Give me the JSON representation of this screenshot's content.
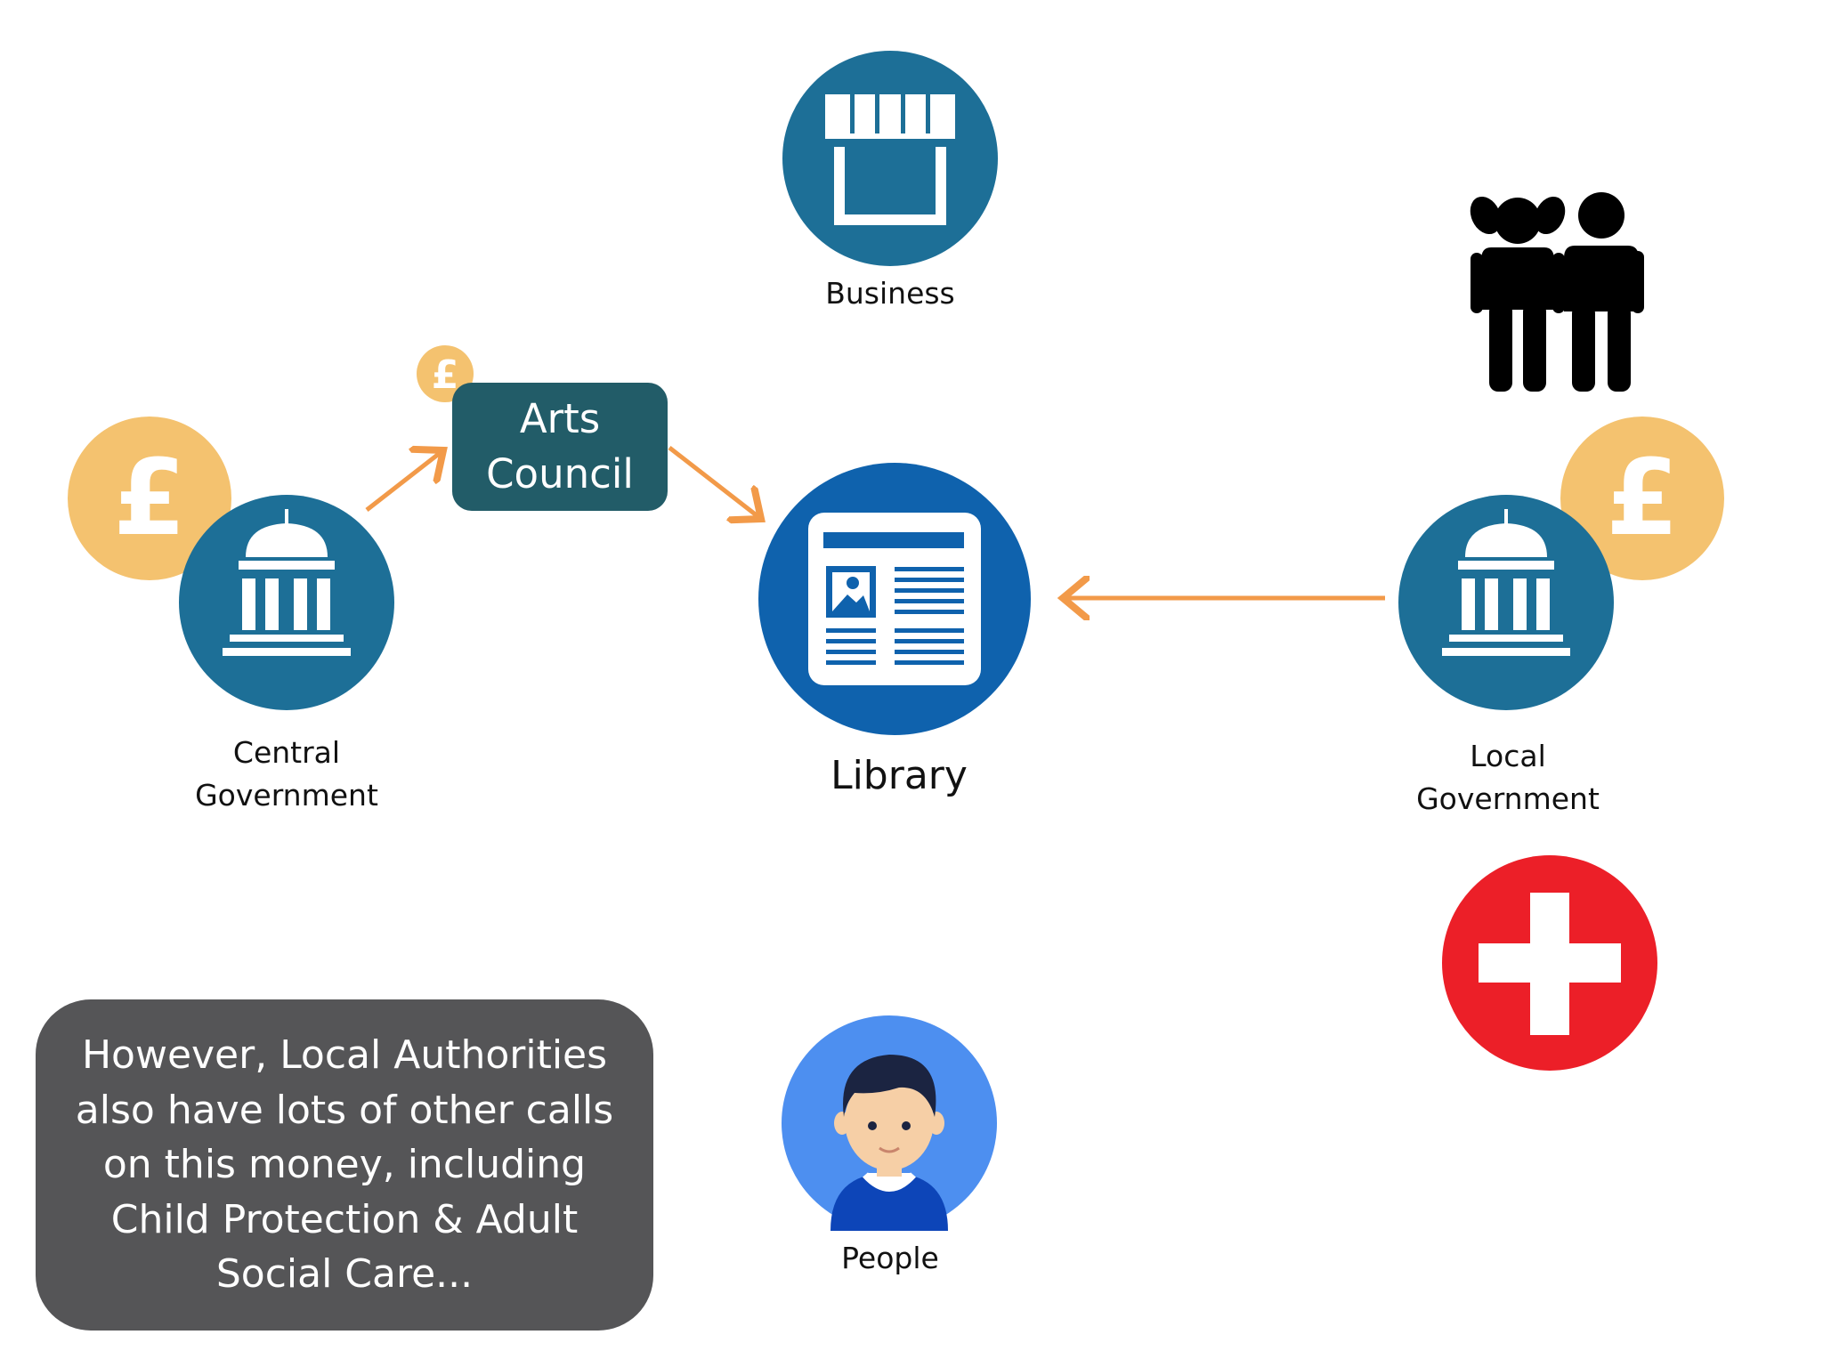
{
  "nodes": {
    "business": {
      "label": "Business"
    },
    "library": {
      "label": "Library"
    },
    "central_government": {
      "label_line1": "Central",
      "label_line2": "Government"
    },
    "local_government": {
      "label_line1": "Local",
      "label_line2": "Government"
    },
    "people": {
      "label": "People"
    },
    "arts_council": {
      "line1": "Arts",
      "line2": "Council"
    }
  },
  "note": {
    "lines": [
      "However,  Local Authorities",
      "also have lots of other calls",
      "on this money, including",
      "Child Protection & Adult",
      "Social Care..."
    ]
  },
  "colors": {
    "node_teal": "#1d6f97",
    "library_blue": "#0f62ad",
    "coin_gold": "#f4c26f",
    "arrow_orange": "#f29a49",
    "people_blue": "#4d8ff0",
    "red_cross": "#ec1f28",
    "box_teal": "#225c68",
    "note_gray": "#555557"
  },
  "icons": {
    "business": "storefront-icon",
    "library": "newspaper-icon",
    "government": "government-building-icon",
    "currency": "pound-coin-icon",
    "people": "person-avatar-icon",
    "children": "children-icon",
    "health": "red-cross-icon"
  }
}
